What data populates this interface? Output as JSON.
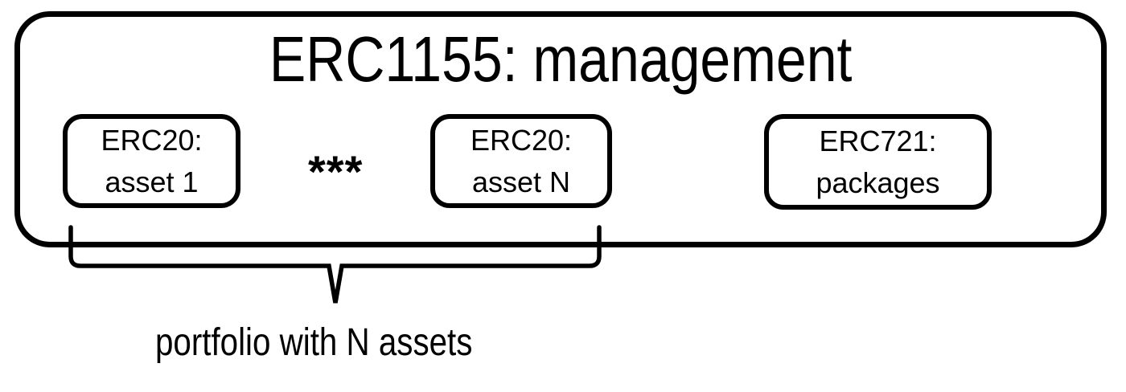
{
  "title": "ERC1155: management",
  "boxes": [
    {
      "name": "erc20-asset-1",
      "line1": "ERC20:",
      "line2": "asset 1"
    },
    {
      "name": "erc20-asset-n",
      "line1": "ERC20:",
      "line2": "asset N"
    },
    {
      "name": "erc721-packages",
      "line1": "ERC721:",
      "line2": "packages"
    }
  ],
  "ellipsis": "***",
  "brace": {
    "label": "portfolio with N assets"
  },
  "colors": {
    "stroke": "#000000",
    "background": "#ffffff"
  }
}
